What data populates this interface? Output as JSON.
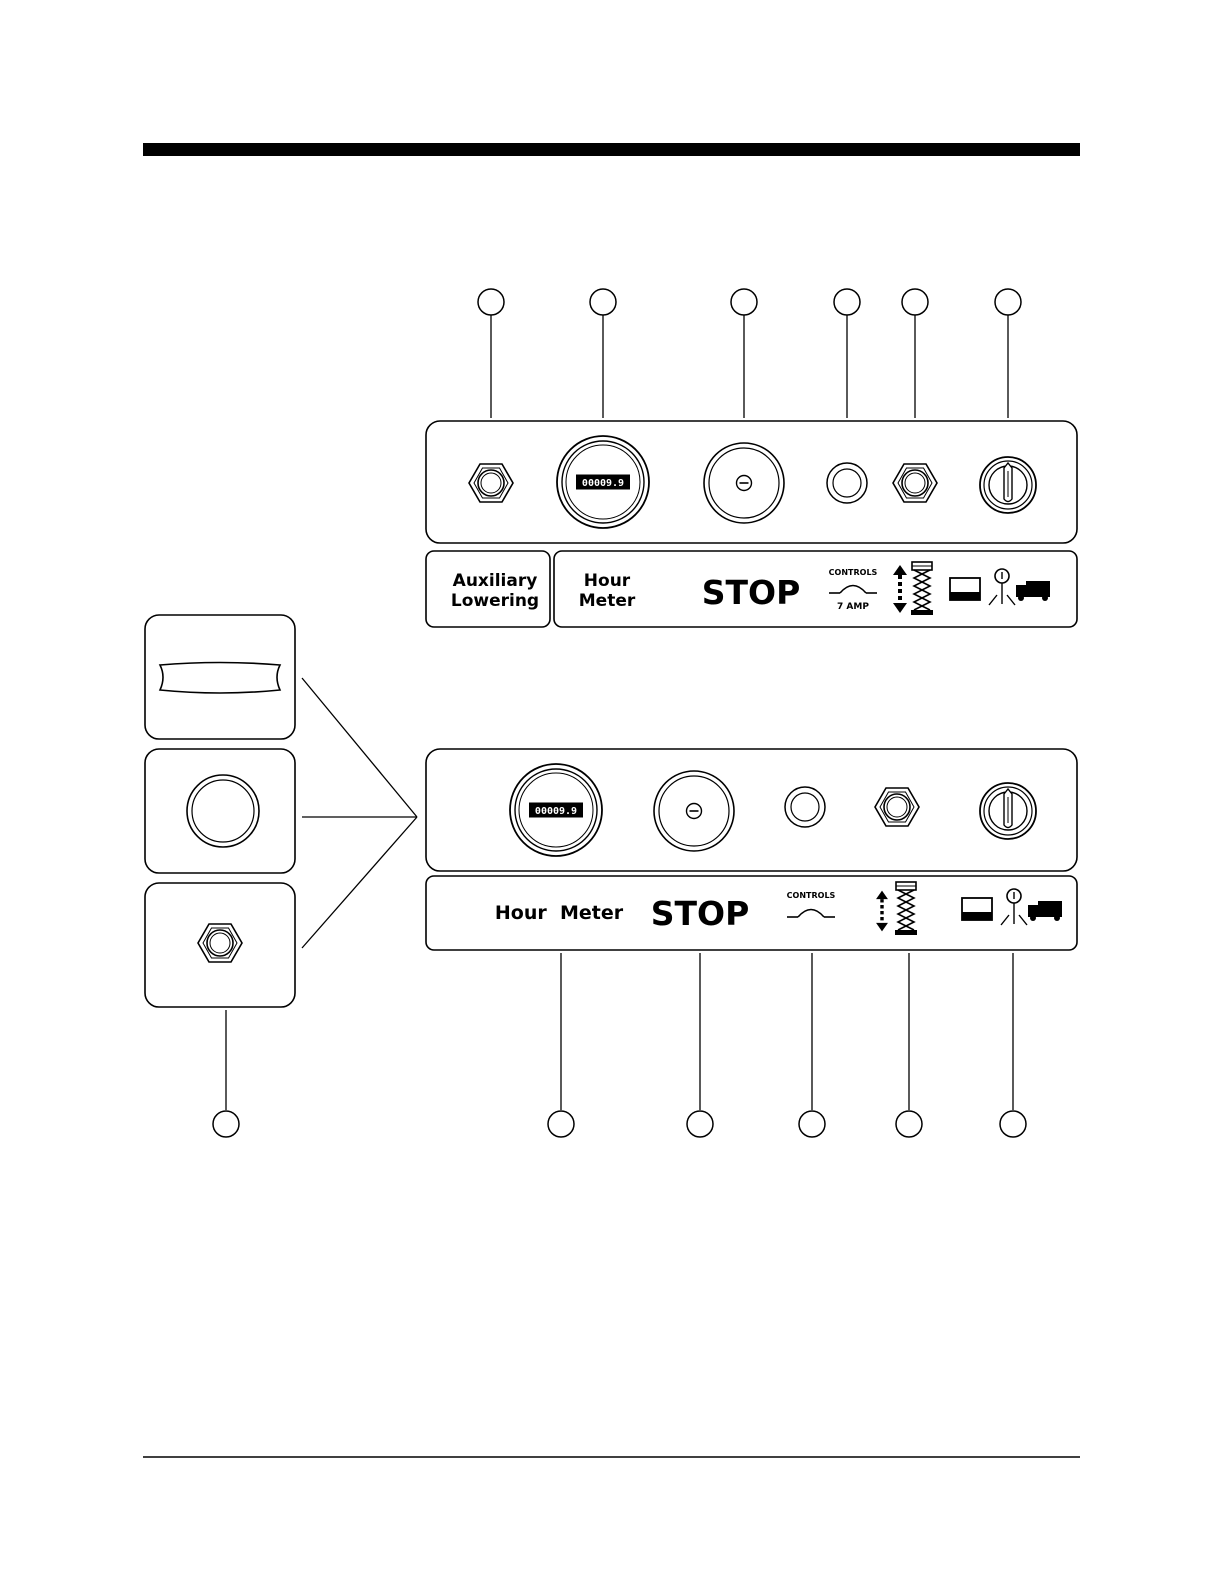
{
  "top_panel": {
    "aux_label_line1": "Auxiliary",
    "aux_label_line2": "Lowering",
    "hour_label_line1": "Hour",
    "hour_label_line2": "Meter",
    "hour_meter_reading": "00009.9",
    "stop_label": "STOP",
    "controls_label": "CONTROLS",
    "amp_label": "7 AMP"
  },
  "bottom_panel": {
    "hour_label": "Hour  Meter",
    "hour_meter_reading": "00009.9",
    "stop_label": "STOP",
    "controls_label": "CONTROLS"
  },
  "icons": {
    "lift_arrows": "up-down-arrows-icon",
    "scissor_lift": "scissor-lift-icon",
    "key_switch_mode": "key-switch-mode-icon"
  },
  "colors": {
    "line": "#000000",
    "background": "#ffffff"
  }
}
